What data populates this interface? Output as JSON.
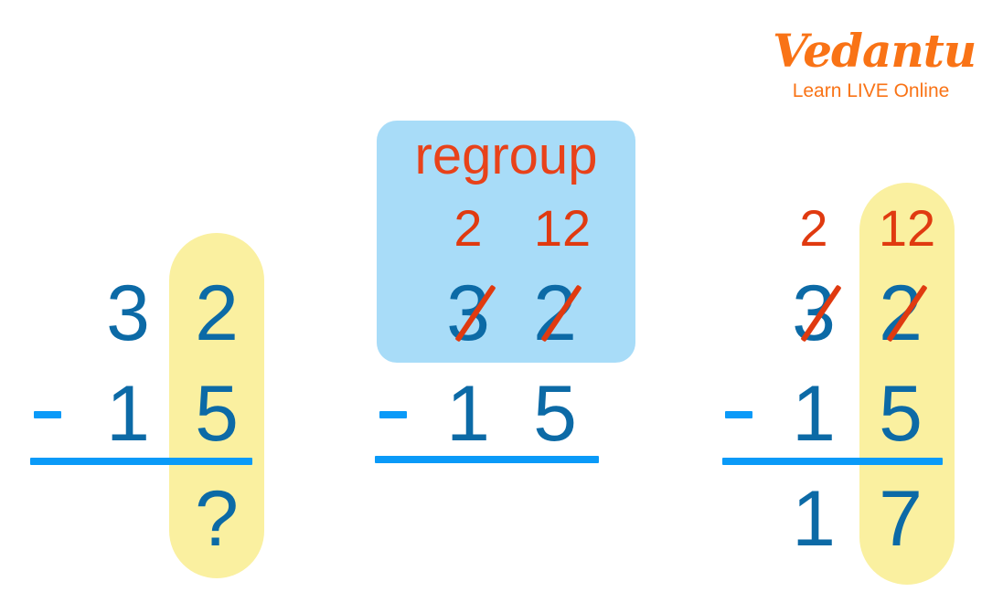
{
  "brand": {
    "name": "Vedantu",
    "tagline": "Learn LIVE Online",
    "logo_color": "#f97316"
  },
  "colors": {
    "digit_blue": "#0c6aa6",
    "rule_blue": "#0a9af8",
    "accent_red": "#e03a10",
    "highlight_yellow": "#faf0a0",
    "callout_blue": "#a8dcf8",
    "background": "#ffffff"
  },
  "lesson": {
    "operation": "subtraction-with-regrouping",
    "problem": "32 - 15 = 17"
  },
  "panels": [
    {
      "id": "panel-question",
      "title": "question",
      "minuend": {
        "tens": "3",
        "ones": "2"
      },
      "operator": "-",
      "subtrahend": {
        "tens": "1",
        "ones": "5"
      },
      "difference": {
        "tens": "",
        "ones": "?"
      },
      "highlight_column": "ones",
      "regroup_marks": {
        "tens": "",
        "ones": ""
      },
      "struck": {
        "tens": false,
        "ones": false
      }
    },
    {
      "id": "panel-regroup",
      "title": "regroup",
      "callout_label": "regroup",
      "minuend": {
        "tens": "3",
        "ones": "2"
      },
      "operator": "-",
      "subtrahend": {
        "tens": "1",
        "ones": "5"
      },
      "difference": {
        "tens": "",
        "ones": ""
      },
      "highlight_column": "none",
      "regroup_marks": {
        "tens": "2",
        "ones": "12"
      },
      "struck": {
        "tens": true,
        "ones": true
      }
    },
    {
      "id": "panel-answer",
      "title": "answer",
      "minuend": {
        "tens": "3",
        "ones": "2"
      },
      "operator": "-",
      "subtrahend": {
        "tens": "1",
        "ones": "5"
      },
      "difference": {
        "tens": "1",
        "ones": "7"
      },
      "highlight_column": "ones",
      "regroup_marks": {
        "tens": "2",
        "ones": "12"
      },
      "struck": {
        "tens": true,
        "ones": true
      }
    }
  ]
}
